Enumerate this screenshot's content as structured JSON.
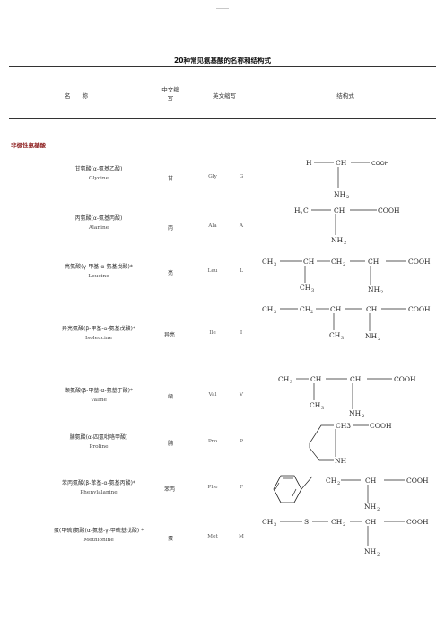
{
  "page": {
    "title": "20种常见氨基酸的名称和结构式",
    "header_mark_top": "——",
    "header_mark_bottom": "——"
  },
  "table": {
    "headers": {
      "name": "名　　称",
      "cn_abbr_line1": "中文缩",
      "cn_abbr_line2": "写",
      "en_abbr": "英文缩写",
      "structure": "结构式"
    },
    "section": "非极性氨基酸",
    "rows": [
      {
        "cn": "甘氨酸(α-氨基乙酸)",
        "en": "Glycine",
        "cn_abbr": "甘",
        "en3": "Gly",
        "en1": "G"
      },
      {
        "cn": "丙氨酸(α-氨基丙酸)",
        "en": "Alanine",
        "cn_abbr": "丙",
        "en3": "Ala",
        "en1": "A"
      },
      {
        "cn": "亮氨酸(γ-甲基-α-氨基戊酸)*",
        "en": "Leucine",
        "cn_abbr": "亮",
        "en3": "Leu",
        "en1": "L"
      },
      {
        "cn": "异亮氨酸(β-甲基-α-氨基戊酸)*",
        "en": "Isoleucine",
        "cn_abbr": "异亮",
        "en3": "Ile",
        "en1": "I"
      },
      {
        "cn": "缬氨酸(β-甲基-α-氨基丁酸)*",
        "en": "Valine",
        "cn_abbr": "缬",
        "en3": "Val",
        "en1": "V"
      },
      {
        "cn": "脯氨酸(α-四氢吡咯甲酸)",
        "en": "Proline",
        "cn_abbr": "脯",
        "en3": "Pro",
        "en1": "P"
      },
      {
        "cn": "苯丙氨酸(β-苯基-α-氨基丙酸)*",
        "en": "Phenylalanine",
        "cn_abbr": "苯丙",
        "en3": "Phe",
        "en1": "F"
      },
      {
        "cn": "蛋(甲硫)氨酸(α-氨基-γ-甲硫基戊酸) *",
        "en": "Methionine",
        "cn_abbr": "蛋",
        "en3": "Met",
        "en1": "M"
      }
    ]
  },
  "structures": {
    "gly": {
      "h": "H",
      "ch": "CH",
      "cooh": "COOH",
      "nh": "NH",
      "sub": "2"
    },
    "ala": {
      "h3": "H",
      "sub3": "3",
      "c": "C",
      "ch": "CH",
      "cooh": "COOH",
      "nh": "NH",
      "sub": "2"
    },
    "leu": {
      "ch3": "CH",
      "sub3": "3",
      "ch": "CH",
      "ch2": "CH",
      "sub2": "2",
      "ch_b": "CH",
      "cooh": "COOH",
      "ch3_b": "CH",
      "nh": "NH",
      "sub": "2"
    },
    "ile": {
      "ch3": "CH",
      "sub3": "3",
      "ch2": "CH",
      "sub2": "2",
      "ch": "CH",
      "ch_b": "CH",
      "cooh": "COOH",
      "ch3_b": "CH",
      "nh": "NH",
      "sub": "2"
    },
    "val": {
      "ch3": "CH",
      "sub3": "3",
      "ch": "CH",
      "ch_b": "CH",
      "cooh": "COOH",
      "ch3_b": "CH",
      "nh": "NH",
      "sub": "2"
    },
    "pro": {
      "ch3": "CH3",
      "cooh": "COOH",
      "nh": "NH"
    },
    "phe": {
      "ch2": "CH",
      "sub2": "2",
      "ch": "CH",
      "cooh": "COOH",
      "nh": "NH",
      "sub": "2"
    },
    "met": {
      "ch3": "CH",
      "sub3": "3",
      "s": "S",
      "ch2": "CH",
      "sub2": "2",
      "ch": "CH",
      "cooh": "COOH",
      "nh": "NH",
      "sub": "2"
    }
  }
}
